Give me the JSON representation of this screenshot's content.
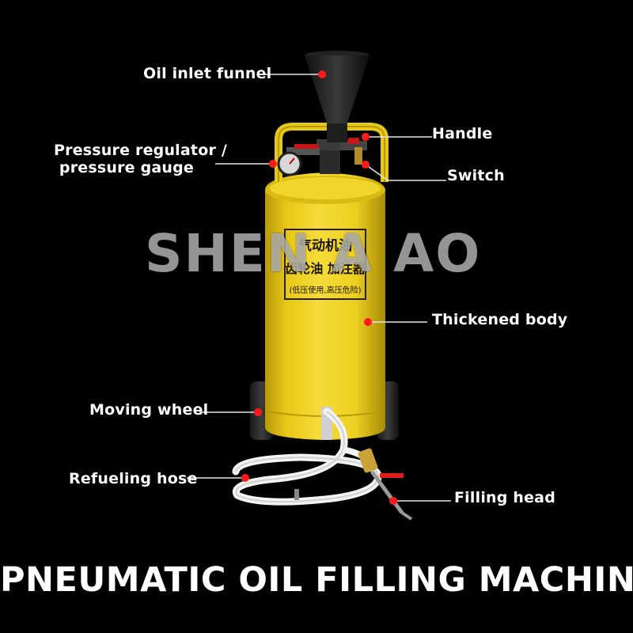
{
  "watermark": "SHEN  A AO",
  "headline": "PNEUMATIC OIL FILLING MACHINE",
  "label_plate": {
    "line1": "气动机油",
    "line2": "齿轮油 加注器",
    "line3": "(低压使用,高压危险)"
  },
  "callouts": {
    "oil_inlet_funnel": "Oil inlet funnel",
    "pressure_regulator": "Pressure regulator /",
    "pressure_gauge": "pressure gauge",
    "handle": "Handle",
    "switch": "Switch",
    "thickened_body": "Thickened body",
    "moving_wheel": "Moving wheel",
    "refueling_hose": "Refueling hose",
    "filling_head": "Filling head"
  },
  "colors": {
    "background": "#000000",
    "tank": "#f2d21e",
    "marker": "#ff1a1a",
    "text": "#ffffff"
  }
}
